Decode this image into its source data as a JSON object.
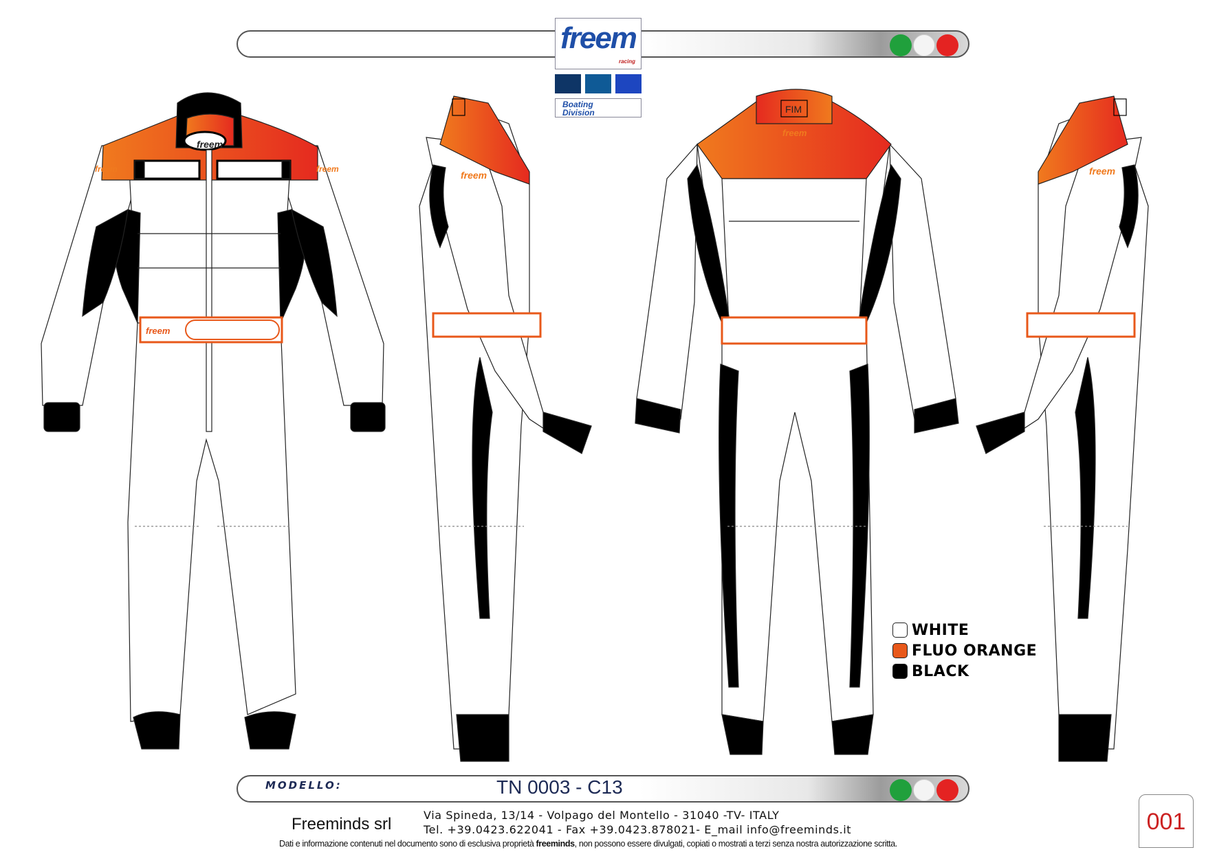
{
  "header": {
    "logo_text": "freem",
    "logo_subtext": "racing",
    "division_line1": "Boating",
    "division_line2": "Division",
    "swatch_colors": [
      "#0e3566",
      "#0f5a96",
      "#1d46c0"
    ],
    "flag_colors": [
      "#20a03c",
      "#f4f4f4",
      "#e42322"
    ]
  },
  "suit": {
    "chest_logo": "freem",
    "sleeve_logo": "freem",
    "belt_logo": "freem",
    "back_logo": "freem",
    "collar_badge": "FIM",
    "colors": {
      "white": "#ffffff",
      "orange": "#f07a1e",
      "red": "#e52a1f",
      "black": "#000000"
    }
  },
  "legend": [
    {
      "label": "WHITE",
      "color": "#ffffff"
    },
    {
      "label": "FLUO ORANGE",
      "color": "#e8581a"
    },
    {
      "label": "BLACK",
      "color": "#000000"
    }
  ],
  "footer": {
    "modello_label": "MODELLO:",
    "model_code": "TN 0003 - C13",
    "company": "Freeminds srl",
    "address_line1": "Via Spineda, 13/14 - Volpago del Montello - 31040 -TV- ITALY",
    "address_line2": "Tel. +39.0423.622041 - Fax +39.0423.878021- E_mail  info@freeminds.it",
    "disclaimer_start": "Dati e informazione contenuti nel documento sono di esclusiva proprietà ",
    "disclaimer_brand": "freeminds",
    "disclaimer_end": ", non possono essere divulgati, copiati o mostrati a terzi senza nostra autorizzazione scritta.",
    "page_number": "001"
  }
}
